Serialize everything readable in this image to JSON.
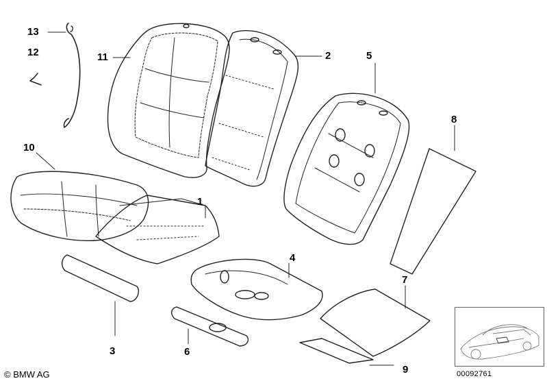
{
  "callouts": {
    "c1": "1",
    "c2": "2",
    "c3": "3",
    "c4": "4",
    "c5": "5",
    "c6": "6",
    "c7": "7",
    "c8": "8",
    "c9": "9",
    "c10": "10",
    "c11": "11",
    "c12": "12",
    "c13": "13"
  },
  "footer": {
    "copyright": "© BMW AG",
    "diagram_number": "00092761"
  }
}
